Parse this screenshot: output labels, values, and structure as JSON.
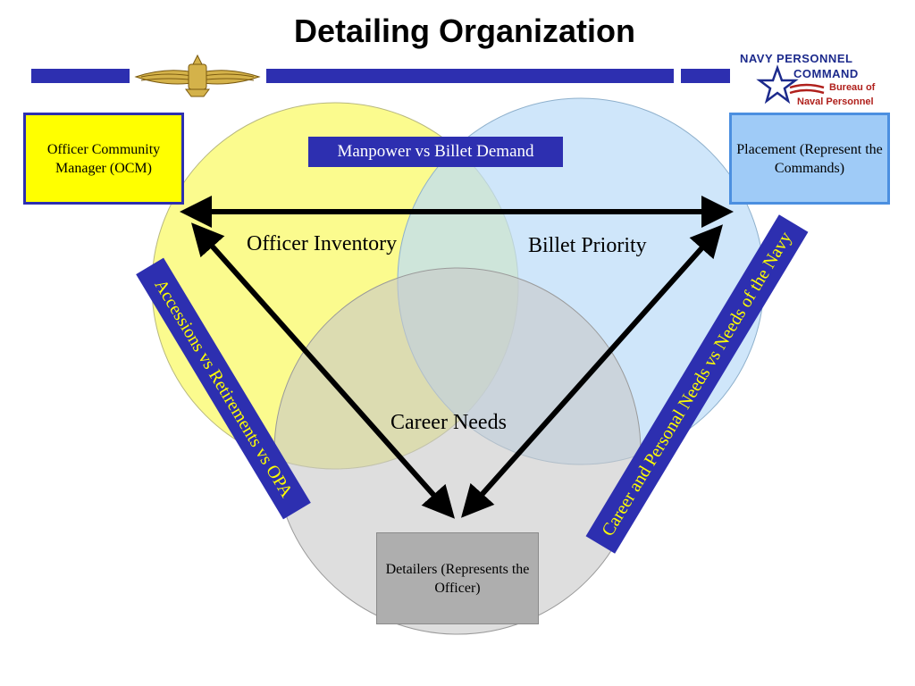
{
  "title": "Detailing Organization",
  "logo": {
    "line1": "NAVY PERSONNEL",
    "line2": "COMMAND",
    "line3": "Bureau of",
    "line4": "Naval Personnel"
  },
  "boxes": {
    "ocm": "Officer Community Manager (OCM)",
    "placement": "Placement (Represent the Commands)",
    "detailers": "Detailers (Represents the Officer)"
  },
  "banner": "Manpower vs Billet Demand",
  "regions": {
    "officer_inventory": "Officer Inventory",
    "billet_priority": "Billet Priority",
    "career_needs": "Career Needs"
  },
  "bands": {
    "left": "Accessions vs Retirements vs OPA",
    "right": "Career and Personal Needs vs Needs of the Navy"
  },
  "colors": {
    "navy_blue": "#2d2fb0",
    "yellow_circle": "#fafa7a",
    "blue_circle": "#c6e0f8",
    "gray_circle": "#c8c8c8"
  }
}
